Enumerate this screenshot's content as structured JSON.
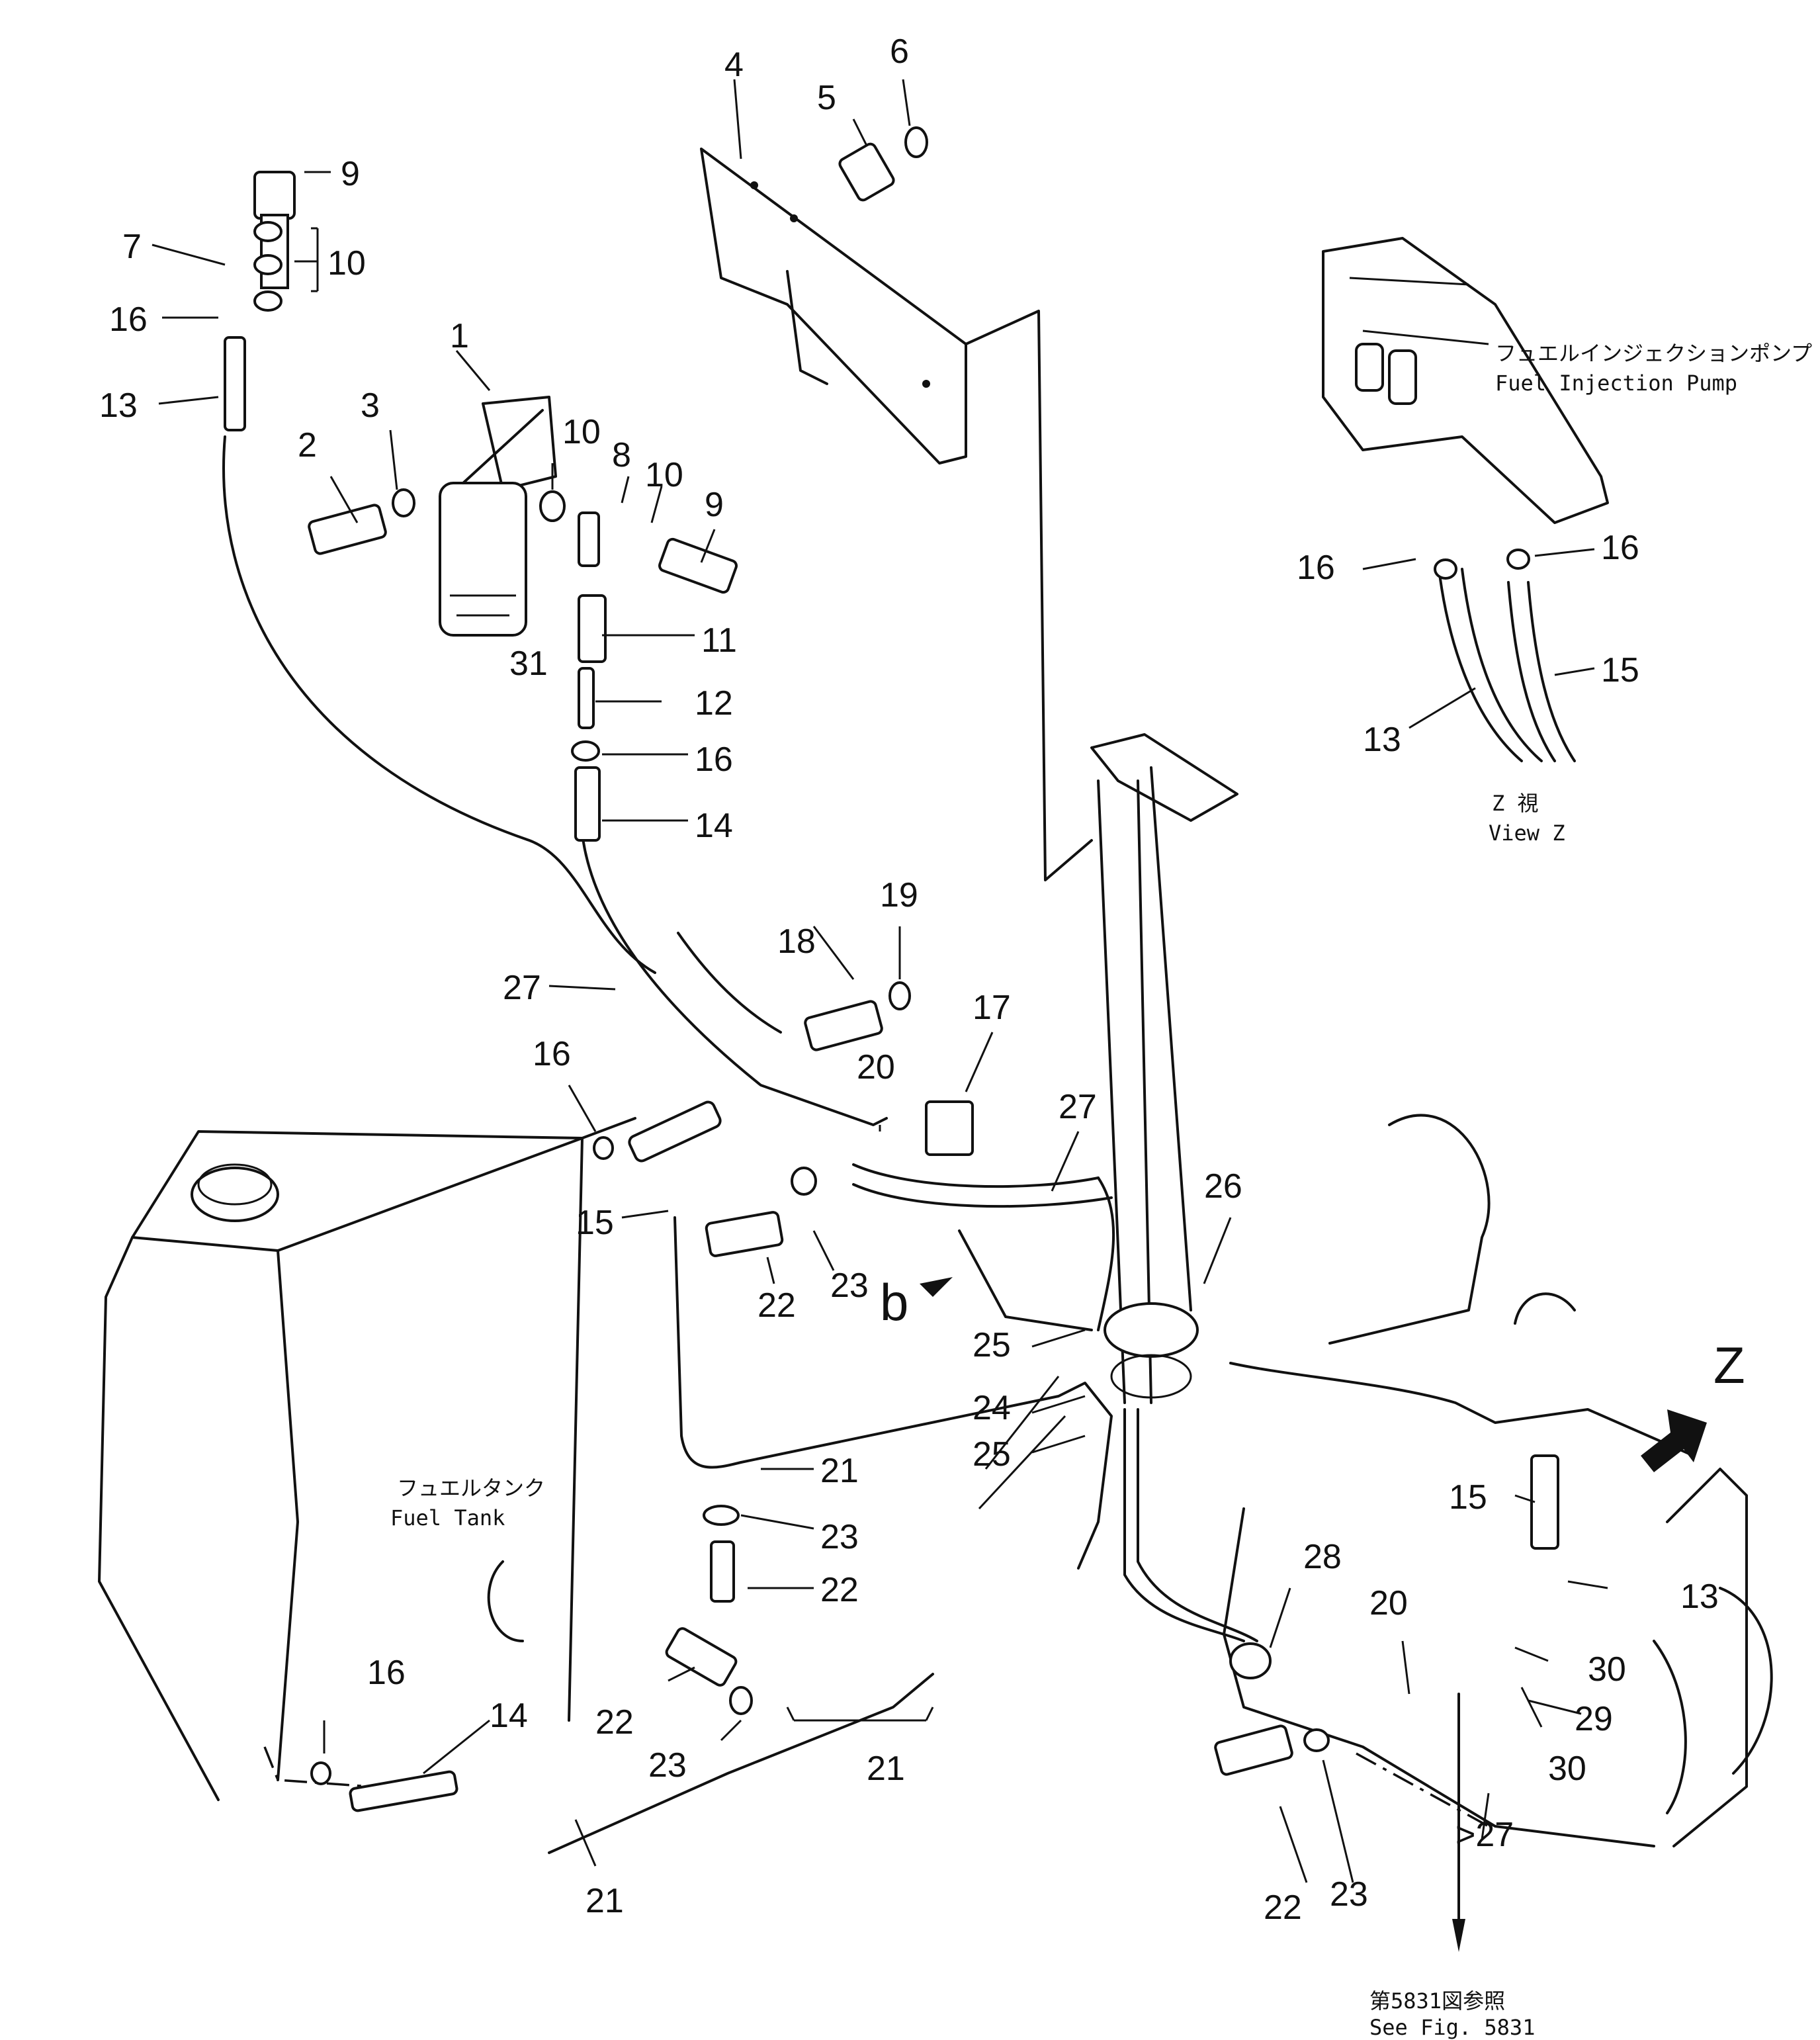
{
  "part_numbers": [
    {
      "text": "1"
    },
    {
      "text": "2"
    },
    {
      "text": "3"
    },
    {
      "text": "4"
    },
    {
      "text": "5"
    },
    {
      "text": "6"
    },
    {
      "text": "7"
    },
    {
      "text": "8"
    },
    {
      "text": "9"
    },
    {
      "text": "9"
    },
    {
      "text": "10"
    },
    {
      "text": "10"
    },
    {
      "text": "10"
    },
    {
      "text": "11"
    },
    {
      "text": "12"
    },
    {
      "text": "13"
    },
    {
      "text": "14"
    },
    {
      "text": "16"
    },
    {
      "text": "16"
    },
    {
      "text": "31"
    },
    {
      "text": "16"
    },
    {
      "text": "16"
    },
    {
      "text": "13"
    },
    {
      "text": "15"
    },
    {
      "text": "18"
    },
    {
      "text": "19"
    },
    {
      "text": "27"
    },
    {
      "text": "16"
    },
    {
      "text": "20"
    },
    {
      "text": "17"
    },
    {
      "text": "27"
    },
    {
      "text": "15"
    },
    {
      "text": "22"
    },
    {
      "text": "23"
    },
    {
      "text": "26"
    },
    {
      "text": "25"
    },
    {
      "text": "24"
    },
    {
      "text": "25"
    },
    {
      "text": "21"
    },
    {
      "text": "23"
    },
    {
      "text": "22"
    },
    {
      "text": "22"
    },
    {
      "text": "23"
    },
    {
      "text": "21"
    },
    {
      "text": "16"
    },
    {
      "text": "14"
    },
    {
      "text": "21"
    },
    {
      "text": "15"
    },
    {
      "text": "28"
    },
    {
      "text": "20"
    },
    {
      "text": "13"
    },
    {
      "text": "30"
    },
    {
      "text": "29"
    },
    {
      "text": "30"
    },
    {
      "text": "27"
    },
    {
      "text": "23"
    },
    {
      "text": "22"
    }
  ],
  "labels": {
    "pump_jp": "フュエルインジェクションポンプ",
    "pump_en": "Fuel  Injection  Pump",
    "view_jp": "Z  視",
    "view_en": "View  Z",
    "tank_jp": "フュエルタンク",
    "tank_en": "Fuel  Tank",
    "see_jp": "第5831図参照",
    "see_en": "See  Fig.  5831",
    "letter_b": "b",
    "letter_z": "Z",
    "arrow_27": ">27"
  }
}
